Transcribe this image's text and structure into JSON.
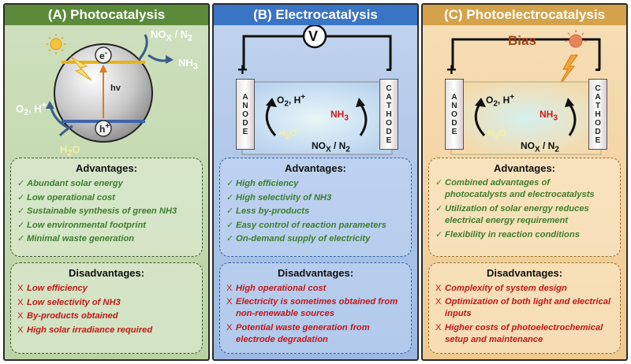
{
  "panels": [
    {
      "title": "(A) Photocatalysis",
      "diagram": {
        "no_n2": "NO",
        "x": "X",
        "slash_n2": " / N",
        "n2_sub": "2",
        "nh3": "NH",
        "nh3_sub": "3",
        "electron": "e",
        "electron_sup": "-",
        "hole": "h",
        "hole_sup": "+",
        "hv": "hv",
        "o2": "O",
        "o2_sub": "2",
        "o2_rest": ", H",
        "o2_sup": "+",
        "h2o": "H",
        "h2o_sub": "2",
        "h2o_rest": "O"
      },
      "advantages_title": "Advantages:",
      "advantages": [
        "Abundant solar energy",
        "Low operational cost",
        "Sustainable synthesis of green NH3",
        "Low environmental footprint",
        "Minimal waste generation"
      ],
      "disadvantages_title": "Disadvantages:",
      "disadvantages": [
        "Low efficiency",
        "Low selectivity of  NH3",
        "By-products obtained",
        "High solar irradiance required"
      ]
    },
    {
      "title": "(B) Electrocatalysis",
      "diagram": {
        "voltmeter": "V",
        "plus": "+",
        "minus": "-",
        "anode": [
          "A",
          "N",
          "O",
          "D",
          "E"
        ],
        "cathode": [
          "C",
          "A",
          "T",
          "H",
          "O",
          "D",
          "E"
        ],
        "o2": "O",
        "o2_sub": "2",
        "o2_rest": ", H",
        "o2_sup": "+",
        "nh3": "NH",
        "nh3_sub": "3",
        "h2o": "H",
        "h2o_sub": "2",
        "h2o_rest": "O",
        "no": "NO",
        "x": "X",
        "n2": " / N",
        "n2_sub": "2"
      },
      "advantages_title": "Advantages:",
      "advantages": [
        "High efficiency",
        "High selectivity of NH3",
        "Less by-products",
        "Easy control of reaction parameters",
        "On-demand supply of electricity"
      ],
      "disadvantages_title": "Disadvantages:",
      "disadvantages": [
        "High operational cost",
        "Electricity is sometimes obtained from non-renewable sources",
        "Potential waste generation from electrode degradation"
      ]
    },
    {
      "title": "(C) Photoelectrocatalysis",
      "diagram": {
        "bias": "Bias",
        "plus": "+",
        "minus": "-",
        "anode": [
          "A",
          "N",
          "O",
          "D",
          "E"
        ],
        "cathode": [
          "C",
          "A",
          "T",
          "H",
          "O",
          "D",
          "E"
        ],
        "o2": "O",
        "o2_sub": "2",
        "o2_rest": ", H",
        "o2_sup": "+",
        "nh3": "NH",
        "nh3_sub": "3",
        "h2o": "H",
        "h2o_sub": "2",
        "h2o_rest": "O",
        "no": "NO",
        "x": "X",
        "n2": " / N",
        "n2_sub": "2"
      },
      "advantages_title": "Advantages:",
      "advantages": [
        "Combined advantages of photocatalysts and electrocatalysts",
        "Utilization of solar energy reduces electrical energy requirement",
        "Flexibility in reaction conditions"
      ],
      "disadvantages_title": "Disadvantages:",
      "disadvantages": [
        "Complexity of system design",
        "Optimization of both light and electrical inputs",
        "Higher costs of photoelectrochemical setup and maintenance"
      ]
    }
  ],
  "colors": {
    "photocatalysis": "#5b8a3a",
    "electrocatalysis": "#3a74c4",
    "photoelectrocatalysis": "#d4a24a",
    "advantage_text": "#3e7d2e",
    "disadvantage_text": "#c01818",
    "nh3_red": "#d01818",
    "h2o_light": "#f4efa0"
  }
}
